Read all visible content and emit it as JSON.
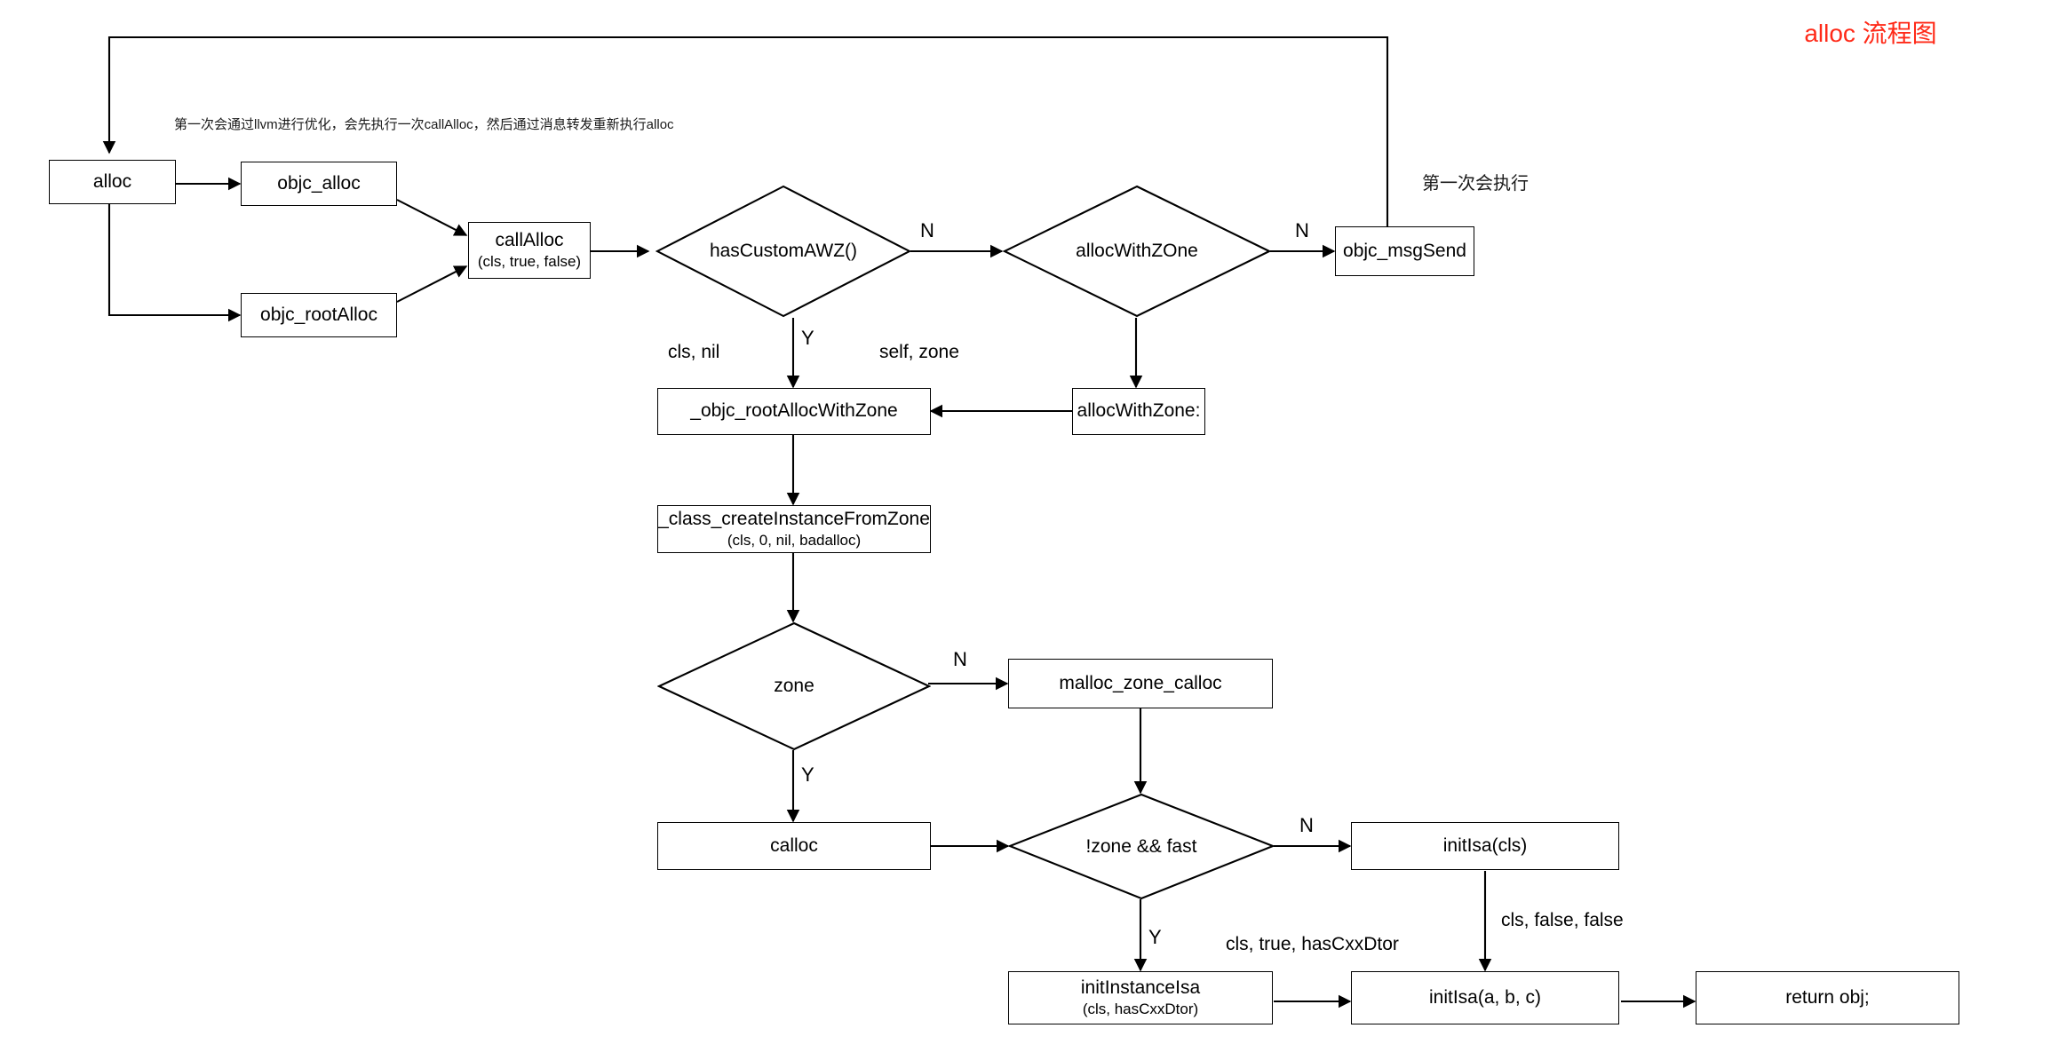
{
  "title": {
    "text": "alloc 流程图",
    "color": "#ff2a18"
  },
  "notes": {
    "llvm_note": "第一次会通过llvm进行优化，会先执行一次callAlloc，然后通过消息转发重新执行alloc",
    "first_run_note": "第一次会执行"
  },
  "nodes": {
    "alloc": {
      "main": "alloc",
      "sub": ""
    },
    "objc_alloc": {
      "main": "objc_alloc",
      "sub": ""
    },
    "objc_rootAlloc": {
      "main": "objc_rootAlloc",
      "sub": ""
    },
    "callAlloc": {
      "main": "callAlloc",
      "sub": "(cls, true, false)"
    },
    "objc_msgSend": {
      "main": "objc_msgSend",
      "sub": ""
    },
    "objc_rootAllocWithZone": {
      "main": "_objc_rootAllocWithZone",
      "sub": ""
    },
    "allocWithZone_sel": {
      "main": "allocWithZone:",
      "sub": ""
    },
    "class_createInstanceFromZone": {
      "main": "_class_createInstanceFromZone",
      "sub": "(cls, 0, nil, badalloc)"
    },
    "malloc_zone_calloc": {
      "main": "malloc_zone_calloc",
      "sub": ""
    },
    "calloc": {
      "main": "calloc",
      "sub": ""
    },
    "initIsa_cls": {
      "main": "initIsa(cls)",
      "sub": ""
    },
    "initInstanceIsa": {
      "main": "initInstanceIsa",
      "sub": "(cls, hasCxxDtor)"
    },
    "initIsa_abc": {
      "main": "initIsa(a, b, c)",
      "sub": ""
    },
    "return_obj": {
      "main": "return obj;",
      "sub": ""
    }
  },
  "decisions": {
    "hasCustomAWZ": {
      "label": "hasCustomAWZ()"
    },
    "allocWithZOne": {
      "label": "allocWithZOne"
    },
    "zone": {
      "label": "zone"
    },
    "zone_and_fast": {
      "label": "!zone && fast"
    }
  },
  "edge_labels": {
    "hasCustomAWZ_N": "N",
    "hasCustomAWZ_Y": "Y",
    "allocWithZOne_N": "N",
    "zone_N": "N",
    "zone_Y": "Y",
    "fast_N": "N",
    "fast_Y": "Y",
    "cls_nil": "cls, nil",
    "self_zone": "self, zone",
    "cls_true_hasCxxDtor": "cls, true, hasCxxDtor",
    "cls_false_false": "cls, false, false"
  }
}
